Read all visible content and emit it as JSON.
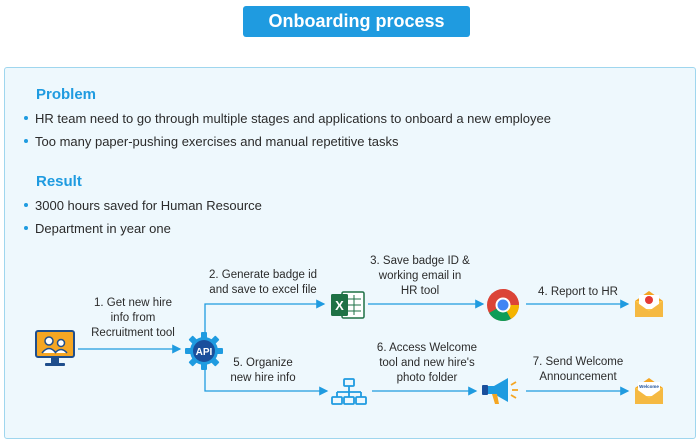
{
  "title": "Onboarding process",
  "problem": {
    "heading": "Problem",
    "items": [
      "HR team need to go through multiple stages and applications to onboard a new employee",
      "Too many paper-pushing exercises and manual repetitive tasks"
    ]
  },
  "result": {
    "heading": "Result",
    "items": [
      "3000 hours saved for Human Resource",
      "Department in year one"
    ]
  },
  "steps": {
    "s1": "1. Get new hire\ninfo from\nRecruitment tool",
    "s2": "2. Generate badge id\nand save to excel file",
    "s3": "3. Save badge ID &\nworking email in\nHR tool",
    "s4": "4. Report to HR",
    "s5": "5. Organize\nnew hire info",
    "s6": "6. Access Welcome\ntool and new hire's\nphoto folder",
    "s7": "7. Send Welcome\nAnnouncement"
  },
  "icons": {
    "api_label": "API",
    "welcome_label": "Welcome",
    "excel_label": "X",
    "accent": "#1f9be0",
    "arrow": "#1f9be0"
  }
}
